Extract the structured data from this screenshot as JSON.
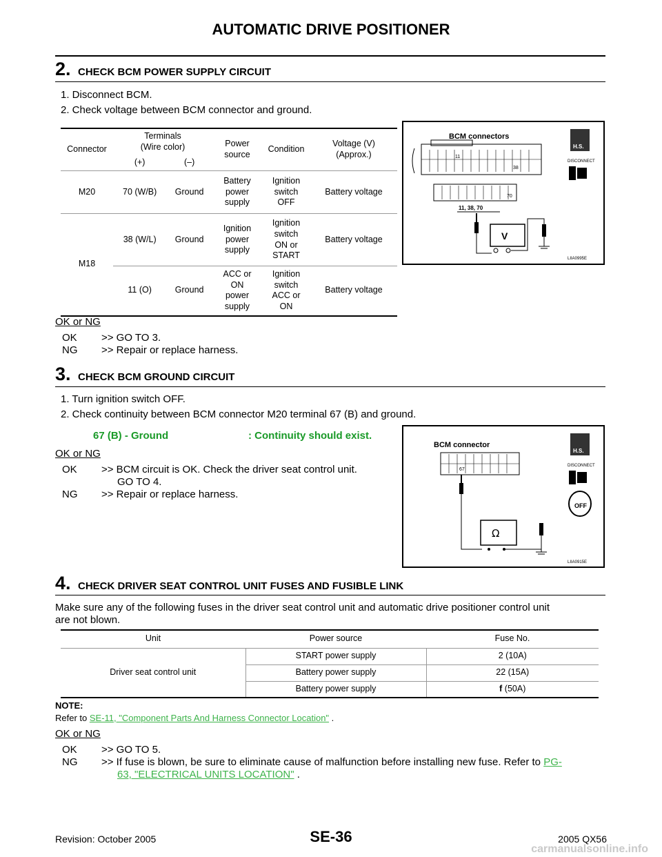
{
  "header": {
    "title": "AUTOMATIC DRIVE POSITIONER"
  },
  "step2": {
    "num": "2.",
    "title": "CHECK BCM POWER SUPPLY CIRCUIT",
    "items": [
      "1.   Disconnect BCM.",
      "2.   Check voltage between BCM connector and ground."
    ],
    "table": {
      "h_connector": "Connector",
      "h_terminals": "Terminals\n(Wire color)",
      "h_plus": "(+)",
      "h_minus": "(–)",
      "h_power": "Power\nsource",
      "h_condition": "Condition",
      "h_voltage": "Voltage (V)\n(Approx.)",
      "rows": [
        {
          "connector": "M20",
          "plus": "70 (W/B)",
          "minus": "Ground",
          "power": "Battery\npower\nsupply",
          "condition": "Ignition\nswitch\nOFF",
          "voltage": "Battery voltage"
        },
        {
          "connector": "M18",
          "plus": "38 (W/L)",
          "minus": "Ground",
          "power": "Ignition\npower\nsupply",
          "condition": "Ignition\nswitch\nON or\nSTART",
          "voltage": "Battery voltage"
        },
        {
          "connector": "",
          "plus": "11 (O)",
          "minus": "Ground",
          "power": "ACC or\nON\npower\nsupply",
          "condition": "Ignition\nswitch\nACC or\nON",
          "voltage": "Battery voltage"
        }
      ]
    },
    "figure": {
      "title": "BCM connectors",
      "pin_a": "11",
      "pin_b": "38",
      "pin_c": "70",
      "probe": "11, 38, 70",
      "meter": "V",
      "code": "LIIA0995E",
      "badge": "H.S.",
      "disconnect": "DISCONNECT"
    },
    "okng": "OK or NG",
    "ok": {
      "k": "OK",
      "v": ">> GO TO 3."
    },
    "ng": {
      "k": "NG",
      "v": ">> Repair or replace harness."
    }
  },
  "step3": {
    "num": "3.",
    "title": "CHECK BCM GROUND CIRCUIT",
    "items": [
      "1.   Turn ignition switch OFF.",
      "2.   Check continuity between BCM connector M20 terminal 67 (B) and ground."
    ],
    "spec_left": "67 (B) - Ground",
    "spec_right": ": Continuity should exist.",
    "figure": {
      "title": "BCM connector",
      "pin": "67",
      "meter": "Ω",
      "code": "LIIA0915E",
      "badge": "H.S.",
      "disconnect": "DISCONNECT",
      "off": "OFF"
    },
    "okng": "OK or NG",
    "ok": {
      "k": "OK",
      "v": ">> BCM circuit is OK. Check the driver seat control unit.",
      "v2": "GO TO 4."
    },
    "ng": {
      "k": "NG",
      "v": ">> Repair or replace harness."
    }
  },
  "step4": {
    "num": "4.",
    "title": "CHECK DRIVER SEAT CONTROL UNIT FUSES AND FUSIBLE LINK",
    "intro1": "Make sure any of the following fuses in the driver seat control unit and automatic drive positioner control unit",
    "intro2": "are not blown.",
    "table": {
      "h_unit": "Unit",
      "h_power": "Power source",
      "h_fuse": "Fuse No.",
      "unit": "Driver seat control unit",
      "rows": [
        {
          "power": "START power supply",
          "fuse": "2 (10A)"
        },
        {
          "power": "Battery power supply",
          "fuse": "22 (15A)"
        },
        {
          "power": "Battery power supply",
          "fuse_bold": "f",
          "fuse": " (50A)"
        }
      ]
    },
    "note_label": "NOTE:",
    "note_prefix": "Refer to ",
    "note_link": "SE-11, \"Component Parts And Harness Connector Location\"",
    "note_suffix": " .",
    "okng": "OK or NG",
    "ok": {
      "k": "OK",
      "v": ">> GO TO 5."
    },
    "ng": {
      "k": "NG",
      "v": ">> If fuse is blown, be sure to eliminate cause of malfunction before installing new fuse. Refer to ",
      "link1": "PG-",
      "link2": "63, \"ELECTRICAL UNITS LOCATION\"",
      "tail": " ."
    }
  },
  "footer": {
    "revision": "Revision: October 2005",
    "page": "SE-36",
    "model": "2005 QX56",
    "watermark": "carmanualsonline.info"
  }
}
